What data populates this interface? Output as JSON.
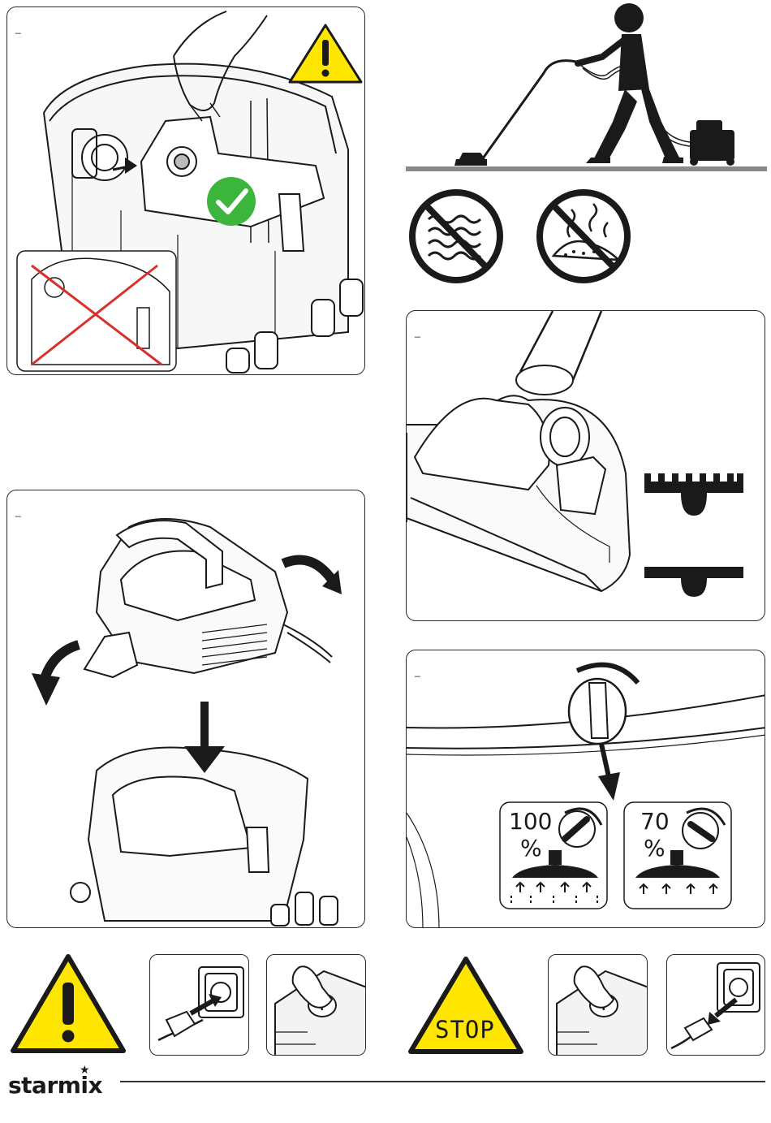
{
  "panels": {
    "bag": {
      "label": "_"
    },
    "nozzle": {
      "label": "_"
    },
    "motor": {
      "label": "_"
    },
    "suction": {
      "label": "_"
    }
  },
  "suction_levels": {
    "high": {
      "value": "100",
      "unit": "%"
    },
    "low": {
      "value": "70",
      "unit": "%"
    }
  },
  "stop_sign": {
    "text": "STOP"
  },
  "footer": {
    "brand": "starmix"
  },
  "colors": {
    "warning_yellow": "#ffe600",
    "check_green": "#3cb53c",
    "cross_red": "#d9302c",
    "line": "#1a1a1a"
  },
  "icons": [
    "warning-icon",
    "check-icon",
    "cross-icon",
    "no-water-icon",
    "no-hot-ash-icon",
    "stop-icon",
    "plug-insert-icon",
    "power-switch-icon",
    "plug-remove-icon"
  ]
}
